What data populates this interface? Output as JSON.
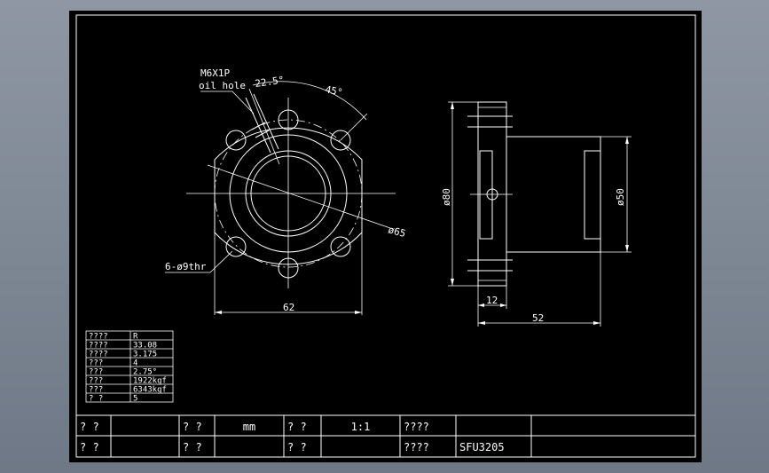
{
  "front_view": {
    "thread_label": "M6X1P",
    "hole_label": "oil hole",
    "angle_small": "22.5°",
    "angle_large": "45°",
    "pcd_label": "ø65",
    "bolt_holes_label": "6-ø9thr",
    "width_label": "62"
  },
  "side_view": {
    "flange_dia_label": "ø80",
    "body_dia_label": "ø50",
    "flange_thk_label": "12",
    "length_label": "52"
  },
  "spec_table": {
    "rows": [
      {
        "key": "????",
        "value": "R"
      },
      {
        "key": "????",
        "value": "33.08"
      },
      {
        "key": "????",
        "value": "3.175"
      },
      {
        "key": "???",
        "value": "4"
      },
      {
        "key": "???",
        "value": "2.75°"
      },
      {
        "key": "???",
        "value": "1922kgf"
      },
      {
        "key": "???",
        "value": "6343kgf"
      },
      {
        "key": "? ?",
        "value": "5"
      }
    ]
  },
  "title_block": {
    "r1": [
      "? ?",
      "",
      "? ?",
      "mm",
      "? ?",
      "1:1",
      "????",
      ""
    ],
    "r2": [
      "? ?",
      "",
      "? ?",
      "",
      "? ?",
      "",
      "????",
      "SFU3205"
    ]
  }
}
